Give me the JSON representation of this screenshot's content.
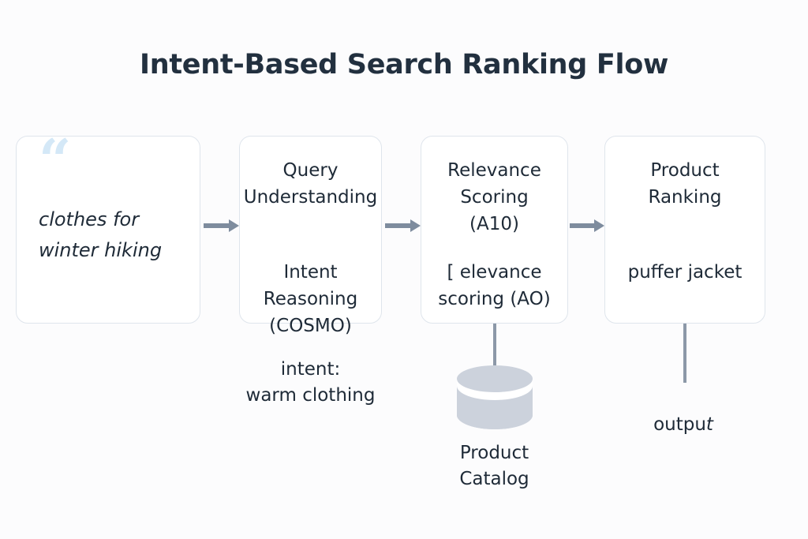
{
  "page": {
    "title": "Intent-Based Search Ranking Flow",
    "background_color": "#fcfcfd",
    "text_color": "#1e2a37",
    "accent_color": "#7e8c9e",
    "quote_color": "#d4e8f7",
    "cylinder_color": "#ccd2dc"
  },
  "nodes": [
    {
      "id": "query",
      "quote_glyph": "“",
      "text": "clothes for\nwinter hiking",
      "caption": ""
    },
    {
      "id": "understanding",
      "title": "Query\nUnderstanding",
      "subtitle": "Intent\nReasoning\n(COSMO)",
      "caption": "intent:\nwarm clothing"
    },
    {
      "id": "scoring",
      "title": "Relevance\nScoring\n(A10)",
      "subtitle": "[ elevance\nscoring (AO)",
      "caption": "Product\nCatalog"
    },
    {
      "id": "ranking",
      "title": "Product\nRanking",
      "subtitle": "puffer jacket",
      "caption_main": "outpu",
      "caption_tail": "t"
    }
  ],
  "datastore": {
    "label": "Product\nCatalog",
    "icon": "database-cylinder-icon"
  },
  "connectors": {
    "arrow_icon": "arrow-right-icon",
    "line_icon": "vertical-line-connector"
  }
}
